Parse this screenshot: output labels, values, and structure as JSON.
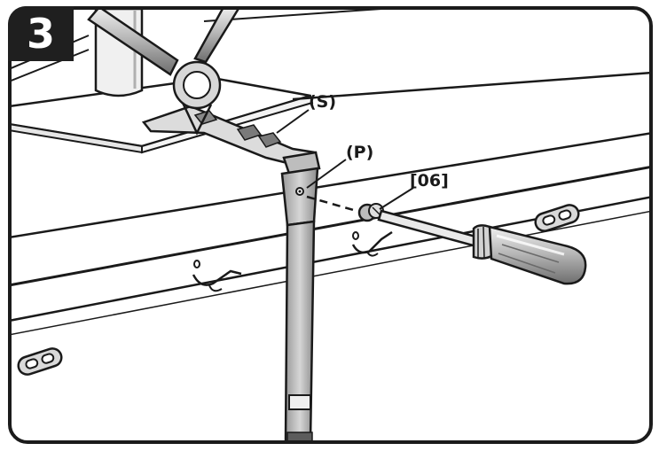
{
  "step": {
    "number": "3"
  },
  "callouts": {
    "strap": "(S)",
    "pivot": "(P)",
    "part": "[06]"
  },
  "icons": {
    "pliers": "pliers-icon",
    "screwdriver": "screwdriver-icon",
    "screw": "screw-icon",
    "cable_clips": "cable-clip-icon"
  },
  "colors": {
    "line": "#1a1a1a",
    "background": "#ffffff",
    "metal": "#cfcfcf",
    "badge": "#1f1f1f"
  }
}
